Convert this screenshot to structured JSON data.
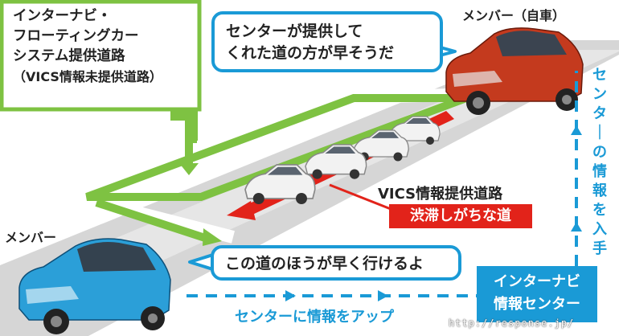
{
  "green_route_label": {
    "lines": [
      "インターナビ・",
      "フローティングカー",
      "システム提供道路",
      "（VICS情報未提供道路）"
    ]
  },
  "bubble_top": {
    "lines": [
      "センターが提供して",
      "くれた道の方が早そうだ"
    ]
  },
  "member_self_label": "メンバー（自車）",
  "member_label": "メンバー",
  "vics_road_label": "VICS情報提供道路",
  "jam_label": "渋滞しがちな道",
  "bubble_bottom": "この道のほうが早く行けるよ",
  "center_box": {
    "lines": [
      "インターナビ",
      "情報センター"
    ]
  },
  "upload_label": "センターに情報をアップ",
  "vertical_label": "センターの情報を入手",
  "watermark": "http://response.jp/",
  "colors": {
    "green": "#7ec242",
    "blue": "#1a9ad6",
    "red": "#e2231a",
    "road": "#d4d4d4",
    "car_red": "#c43a1e",
    "car_blue": "#2b9fd8",
    "car_white": "#f2f2f2"
  }
}
